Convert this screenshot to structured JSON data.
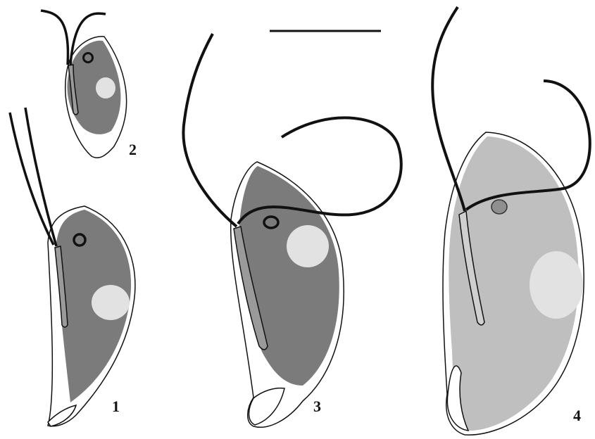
{
  "figure": {
    "labels": {
      "fig1": "1",
      "fig2": "2",
      "fig3": "3",
      "fig4": "4"
    },
    "colors": {
      "background": "#ffffff",
      "body_dark": "#7b7b7b",
      "body_light": "#bfbfbf",
      "nucleus": "#e2e2e2",
      "outline": "#111111",
      "flagellum": "#111111",
      "stigma_fill_fig4": "#8f8f8f"
    },
    "scale_bar": {
      "shown": true
    }
  }
}
